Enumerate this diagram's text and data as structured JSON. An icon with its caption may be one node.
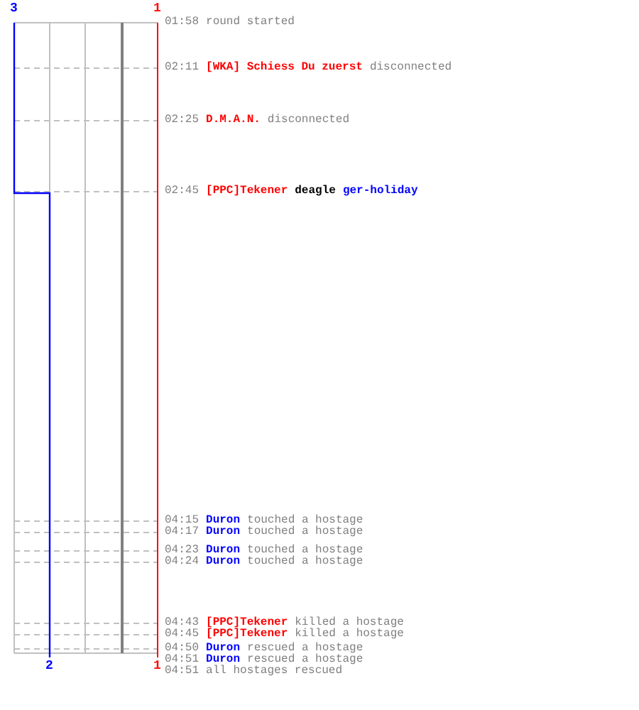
{
  "diagram": {
    "labels": [
      "3",
      "1",
      "01:58",
      "round started",
      "02:11",
      "[WKA] Schiess Du zuerst",
      "disconnected",
      "02:25",
      "D.M.A.N.",
      "disconnected",
      "02:45",
      "[PPC]Tekener",
      "deagle",
      "ger-holiday",
      "04:15",
      "Duron",
      "touched a hostage",
      "04:17",
      "Duron",
      "touched a hostage",
      "04:23",
      "Duron",
      "touched a hostage",
      "04:24",
      "Duron",
      "touched a hostage",
      "04:43",
      "[PPC]Tekener",
      "killed a hostage",
      "04:45",
      "[PPC]Tekener",
      "killed a hostage",
      "04:50",
      "Duron",
      "rescued a hostage",
      "2",
      "1",
      "04:51",
      "Duron",
      "rescued a hostage",
      "04:51",
      "all hostages rescued"
    ]
  }
}
